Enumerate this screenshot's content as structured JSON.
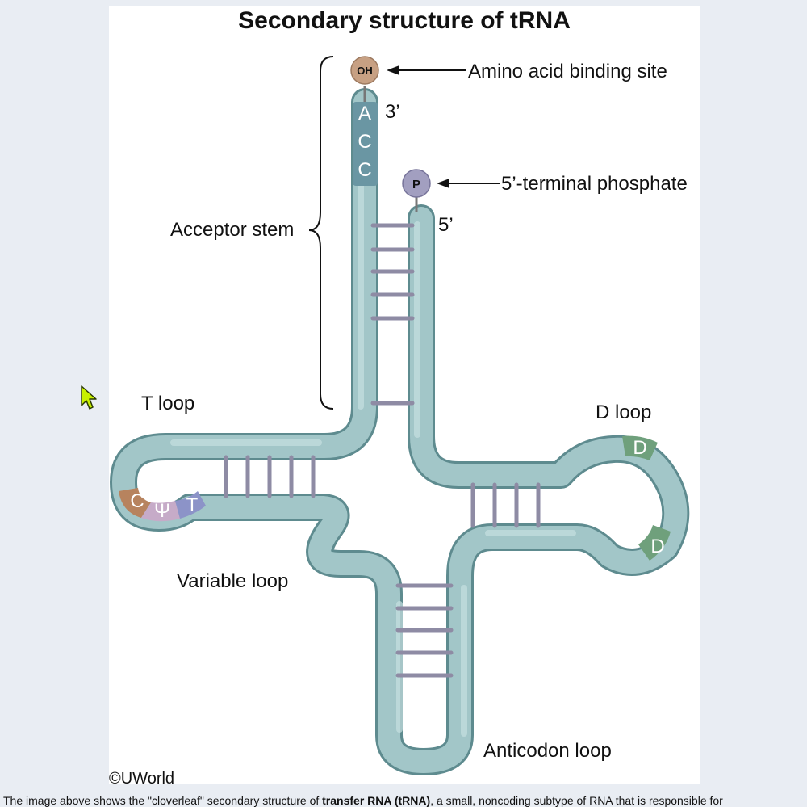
{
  "figure": {
    "title": "Secondary structure of tRNA",
    "labels": {
      "amino_acid_site": "Amino acid binding site",
      "phosphate": "5’-terminal phosphate",
      "acceptor_stem": "Acceptor stem",
      "t_loop": "T loop",
      "d_loop": "D loop",
      "variable_loop": "Variable loop",
      "anticodon_loop": "Anticodon loop",
      "three_prime": "3’",
      "five_prime": "5’"
    },
    "nodes": {
      "oh": "OH",
      "p": "P"
    },
    "acceptor_bases": [
      "A",
      "C",
      "C"
    ],
    "t_loop_bases": [
      "C",
      "Ψ",
      "T"
    ],
    "d_loop_bases": [
      "D",
      "D"
    ],
    "copyright": "©UWorld"
  },
  "caption": {
    "prefix": "The image above shows the \"cloverleaf\" secondary structure of ",
    "bold": "transfer RNA (tRNA)",
    "suffix": ", a small, noncoding subtype of RNA that is responsible for"
  },
  "colors": {
    "strand": "#9ec2c4",
    "strand_edge": "#5e8b8f",
    "rung": "#8e8ba4",
    "acc": "#6a96a3",
    "oh": "#c7a083",
    "p": "#9f9cbd",
    "c_base": "#b7835e",
    "psi_base": "#c6abc8",
    "t_base": "#8c93c8",
    "d_base": "#6fa07c"
  }
}
